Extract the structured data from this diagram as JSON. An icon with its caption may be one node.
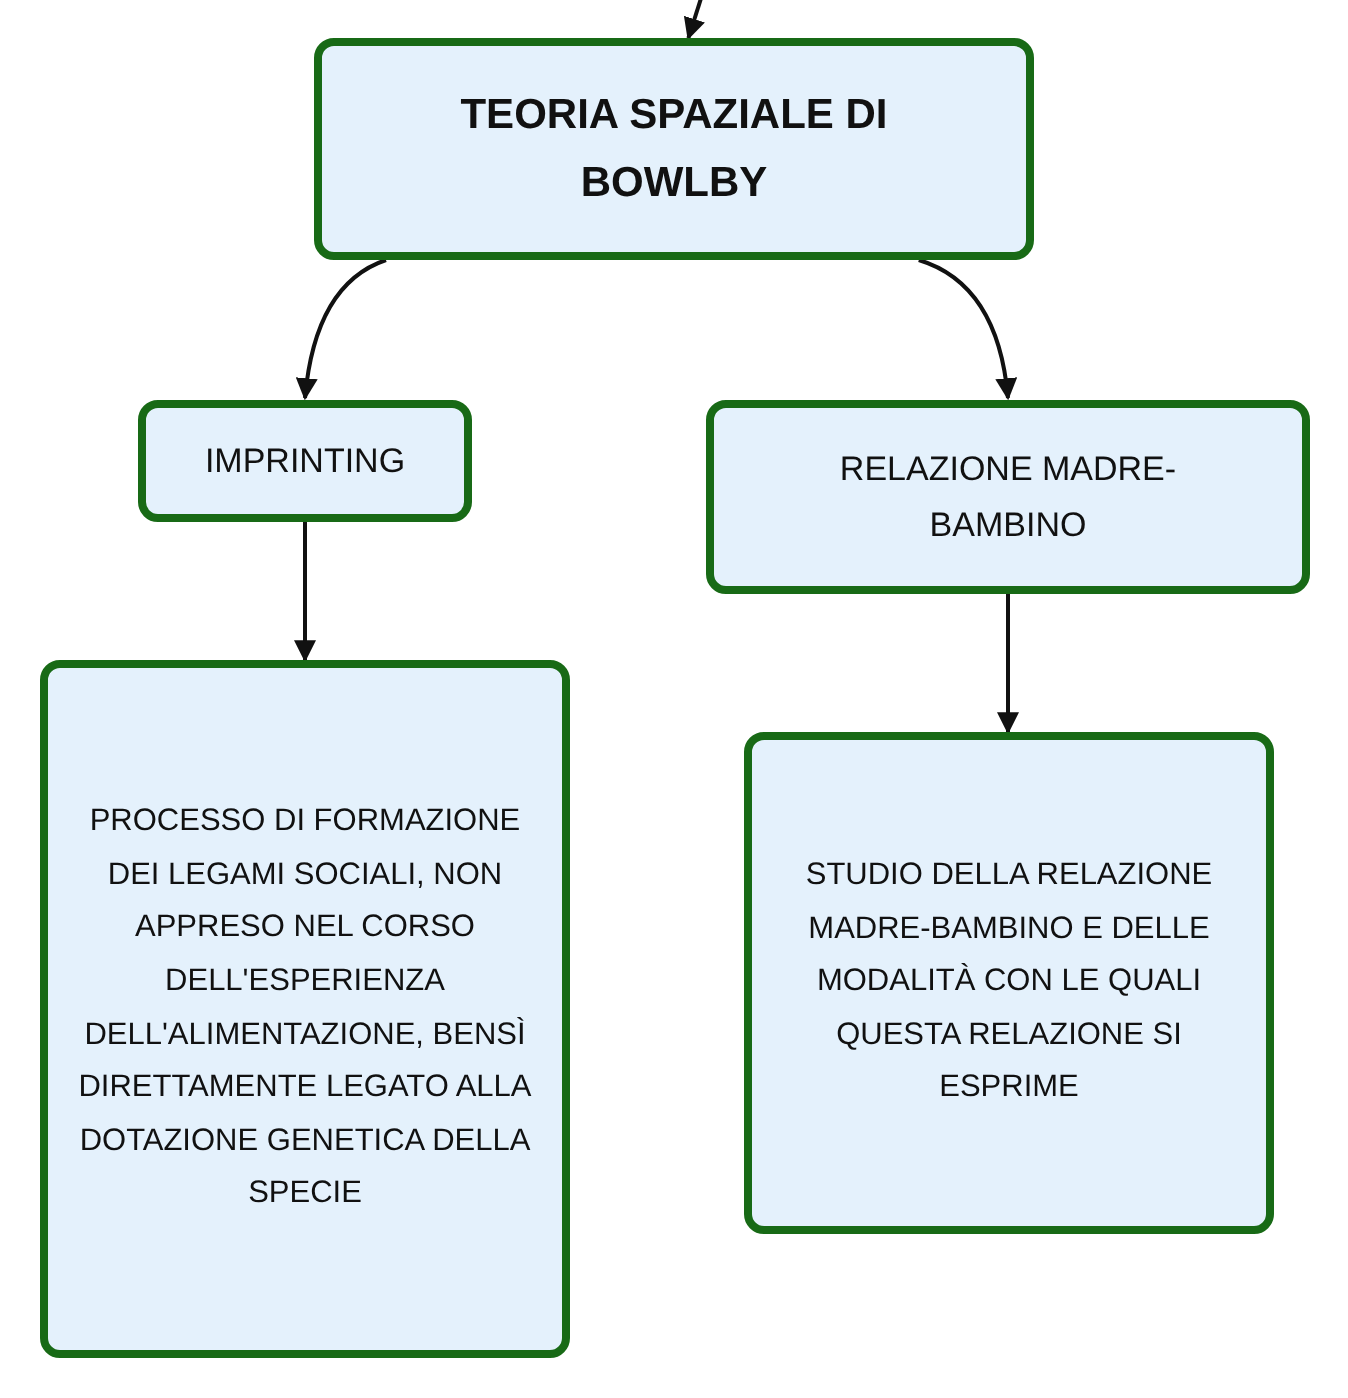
{
  "diagram": {
    "nodes": [
      {
        "text": [
          "TEORIA SPAZIALE DI BOWLBY"
        ]
      },
      {
        "text": [
          "IMPRINTING"
        ]
      },
      {
        "text": [
          "RELAZIONE MADRE-BAMBINO"
        ]
      },
      {
        "text": [
          "PROCESSO DI FORMAZIONE DEI LEGAMI SOCIALI, NON APPRESO NEL CORSO DELL'ESPERIENZA DELL'ALIMENTAZIONE, BENSÌ DIRETTAMENTE LEGATO ALLA DOTAZIONE GENETICA DELLA SPECIE"
        ]
      },
      {
        "text": [
          "STUDIO DELLA RELAZIONE MADRE-BAMBINO E DELLE MODALITÀ CON LE QUALI QUESTA RELAZIONE SI ESPRIME"
        ]
      }
    ],
    "edges": [
      {
        "from": null,
        "to": 0,
        "arrow": "to"
      },
      {
        "from": 0,
        "to": 1,
        "arrow": "to"
      },
      {
        "from": 0,
        "to": 2,
        "arrow": "to"
      },
      {
        "from": 1,
        "to": 3,
        "arrow": "to"
      },
      {
        "from": 2,
        "to": 4,
        "arrow": "to"
      }
    ]
  }
}
